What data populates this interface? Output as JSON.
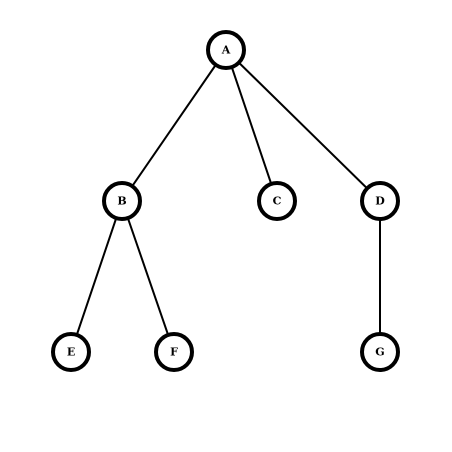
{
  "colors": {
    "background": "#ffffff",
    "stroke": "#000000"
  },
  "nodes": [
    {
      "id": "A",
      "label": "A"
    },
    {
      "id": "B",
      "label": "B"
    },
    {
      "id": "C",
      "label": "C"
    },
    {
      "id": "D",
      "label": "D"
    },
    {
      "id": "E",
      "label": "E"
    },
    {
      "id": "F",
      "label": "F"
    },
    {
      "id": "G",
      "label": "G"
    }
  ],
  "edges": [
    {
      "from": "A",
      "to": "B"
    },
    {
      "from": "A",
      "to": "C"
    },
    {
      "from": "A",
      "to": "D"
    },
    {
      "from": "B",
      "to": "E"
    },
    {
      "from": "B",
      "to": "F"
    },
    {
      "from": "D",
      "to": "G"
    }
  ]
}
